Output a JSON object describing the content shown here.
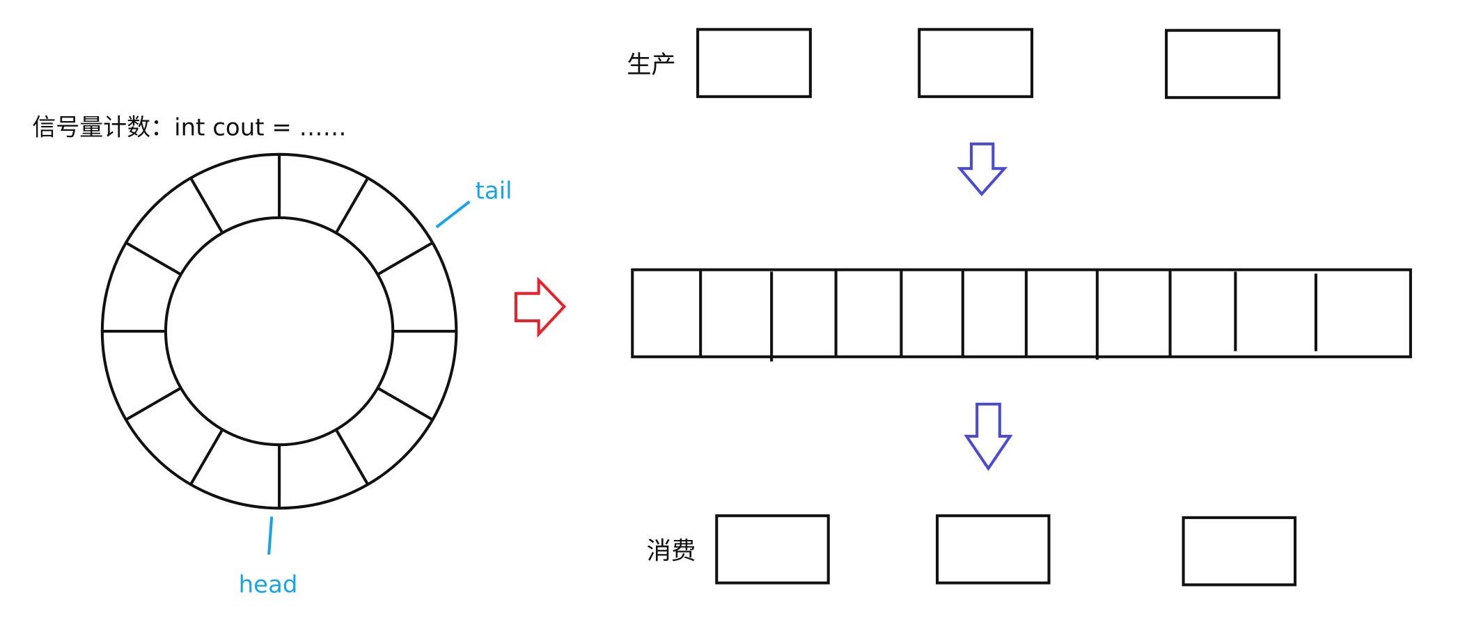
{
  "semaphore_label": "信号量计数：int cout = ……",
  "ring": {
    "segments": 12,
    "tail_label": "tail",
    "head_label": "head"
  },
  "producer": {
    "label": "生产",
    "slots": 3
  },
  "buffer": {
    "cells": 11
  },
  "consumer": {
    "label": "消费",
    "slots": 3
  },
  "colors": {
    "stroke": "#111111",
    "pointer_label": "#1aa3e8",
    "transform_arrow": "#e8202a",
    "flow_arrow": "#4a4bd0"
  }
}
